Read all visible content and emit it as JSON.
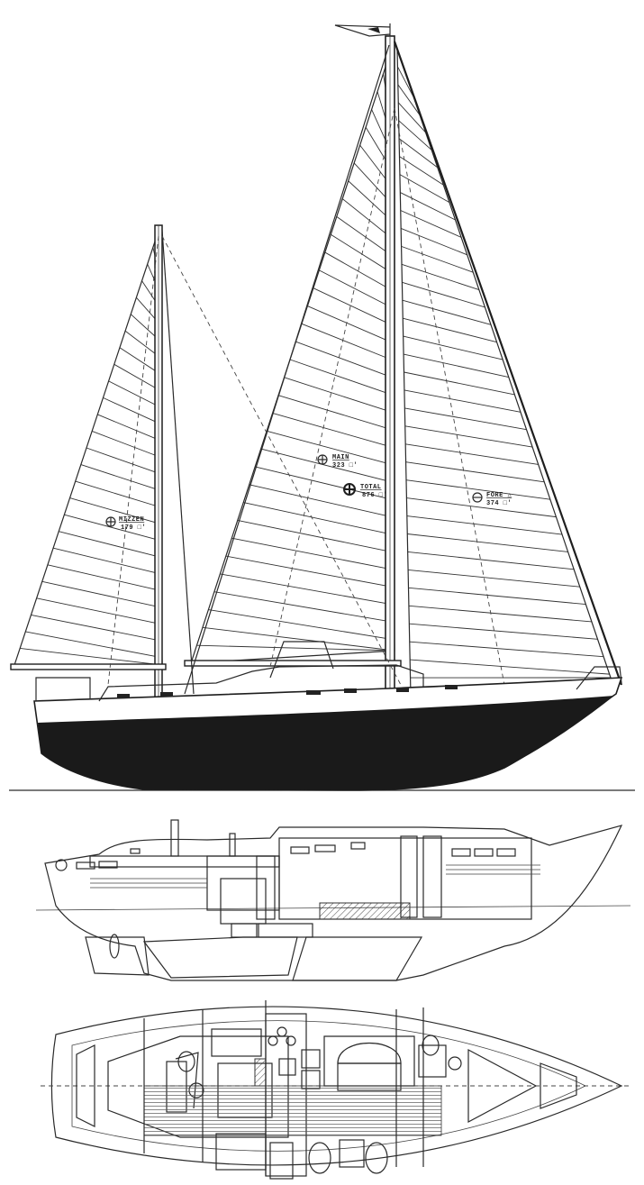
{
  "sail_plan": {
    "mizzen": {
      "name": "MIZZEN",
      "area": "179 □'"
    },
    "main": {
      "name": "MAIN",
      "area": "323 □'"
    },
    "total": {
      "name": "TOTAL",
      "area": "876 □'"
    },
    "fore_triangle": {
      "name": "FORE △",
      "area": "374 □'"
    }
  },
  "colors": {
    "ink": "#1e1e1e",
    "paper": "#ffffff"
  }
}
